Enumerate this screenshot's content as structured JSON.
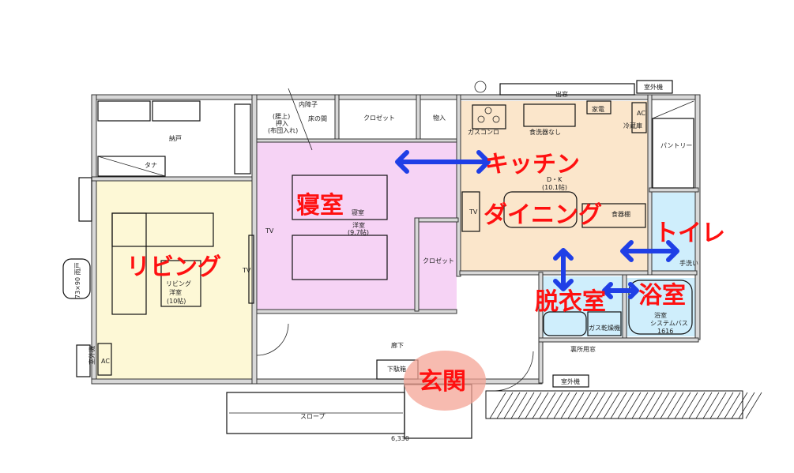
{
  "rooms": {
    "living": "リビング",
    "bedroom": "寝室",
    "kitchen": "キッチン",
    "dining": "ダイニング",
    "toilet": "トイレ",
    "dressing": "脱衣室",
    "bath": "浴室",
    "entrance": "玄関"
  },
  "small_labels": {
    "storage": "納戸",
    "shelf": "タナ",
    "living_label": "リビング",
    "living_type": "洋室",
    "living_size": "(10帖)",
    "tv_living": "TV",
    "tv_bedroom": "TV",
    "tv_dining": "TV",
    "ac_living": "AC",
    "ac_kitchen": "AC",
    "outdoor_unit_left": "室外機",
    "outdoor_unit_top": "室外機",
    "outdoor_unit_bottom": "室外機",
    "window_left": "73×90 雨戸",
    "oshiire_1": "(腰上)",
    "oshiire_2": "押入",
    "oshiire_3": "(布団入れ)",
    "uchishoji": "内障子",
    "tokonoma": "床の間",
    "closet_top": "クロゼット",
    "storage_top": "物入",
    "bedroom_label": "寝室",
    "bedroom_type": "洋室",
    "bedroom_size": "(9.7帖)",
    "closet_mid": "クロゼット",
    "bay_window": "出窓",
    "gas_stove": "ガスコンロ",
    "no_dishwasher": "食洗器なし",
    "appliance": "家電",
    "fridge": "冷蔵庫",
    "pantry": "パントリー",
    "dk": "D・K",
    "dk_size": "(10.1帖)",
    "cupboard": "食器棚",
    "handwash": "手洗い",
    "dryer": "ガス乾燥機",
    "bath_label": "浴室",
    "system_bath": "システムバス",
    "bath_size": "1616",
    "kitchen_door": "裏所用窓",
    "hallway": "廊下",
    "shoe_box": "下駄箱",
    "slope": "スロープ",
    "dimension": "6,330"
  },
  "colors": {
    "living": "#fdf8d6",
    "bedroom": "#f6d3f5",
    "kitchen": "#fbe6cb",
    "wet": "#cfeefc",
    "label_red": "#ff1010",
    "arrow_blue": "#1f3fe6",
    "entrance_circle": "#f4a496"
  }
}
